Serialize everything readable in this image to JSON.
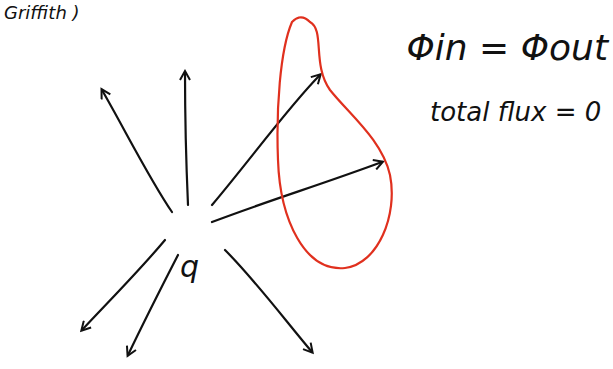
{
  "diagram": {
    "labels": [
      "Griffith )",
      "q",
      "Φin = Φout",
      "total flux = 0"
    ]
  }
}
